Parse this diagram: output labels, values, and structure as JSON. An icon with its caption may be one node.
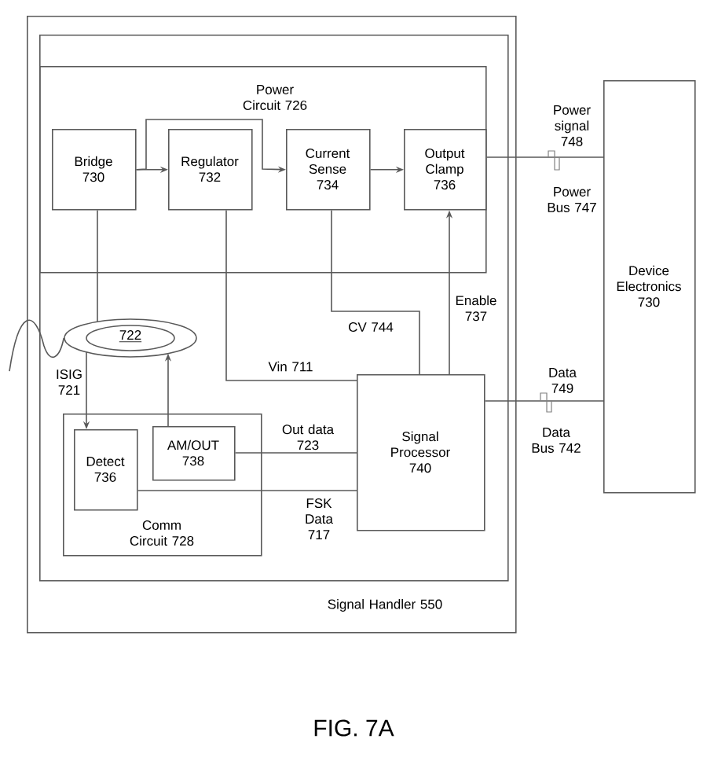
{
  "diagram": {
    "caption": "FIG. 7A",
    "nodes": [
      {
        "text": [
          "Signal Handler 550"
        ]
      },
      {
        "text": [],
        "shape": "box",
        "in": 0
      },
      {
        "text": [
          "Power Circuit 726"
        ],
        "in": 1
      },
      {
        "text": [
          "Bridge 730"
        ],
        "in": 2
      },
      {
        "text": [
          "Regulator 732"
        ],
        "in": 2
      },
      {
        "text": [
          "Current Sense 734"
        ],
        "in": 2
      },
      {
        "text": [
          "Output Clamp 736"
        ],
        "in": 2
      },
      {
        "text": [
          "722"
        ],
        "in": 1
      },
      {
        "text": [
          "Comm Circuit 728"
        ],
        "in": 1
      },
      {
        "text": [
          "Detect 736"
        ],
        "in": 8
      },
      {
        "text": [
          "AM/OUT 738"
        ],
        "in": 8
      },
      {
        "text": [
          "Signal Processor 740"
        ],
        "in": 1
      },
      {
        "text": [
          "Device Electronics 730"
        ]
      }
    ],
    "edges": [
      {
        "from": 3,
        "to": 4,
        "arrow": "to"
      },
      {
        "from": 3,
        "to": 5,
        "arrow": "to"
      },
      {
        "from": 5,
        "to": 6,
        "arrow": "to"
      },
      {
        "from": 3,
        "to": 7,
        "arrow": "none"
      },
      {
        "from": 4,
        "to": 11,
        "arrow": "none",
        "label": "Vin 711"
      },
      {
        "from": 5,
        "to": 11,
        "arrow": "none",
        "label": "CV 744"
      },
      {
        "from": 11,
        "to": 6,
        "arrow": "to",
        "label": "Enable 737"
      },
      {
        "from": 6,
        "to": 12,
        "arrow": "none",
        "label": "Power signal 748"
      },
      {
        "from": 11,
        "to": 12,
        "arrow": "none",
        "label": "Data 749"
      },
      {
        "from": 7,
        "to": 9,
        "arrow": "to"
      },
      {
        "from": 10,
        "to": 7,
        "arrow": "to"
      },
      {
        "from": 10,
        "to": 11,
        "arrow": "none",
        "label": "Out data 723"
      },
      {
        "from": 9,
        "to": 11,
        "arrow": "none",
        "label": "FSK Data 717"
      },
      {
        "from": null,
        "to": 7,
        "arrow": "none",
        "label": "ISIG 721"
      }
    ],
    "labels": [
      "Power Bus 747",
      "Data Bus 742"
    ]
  }
}
